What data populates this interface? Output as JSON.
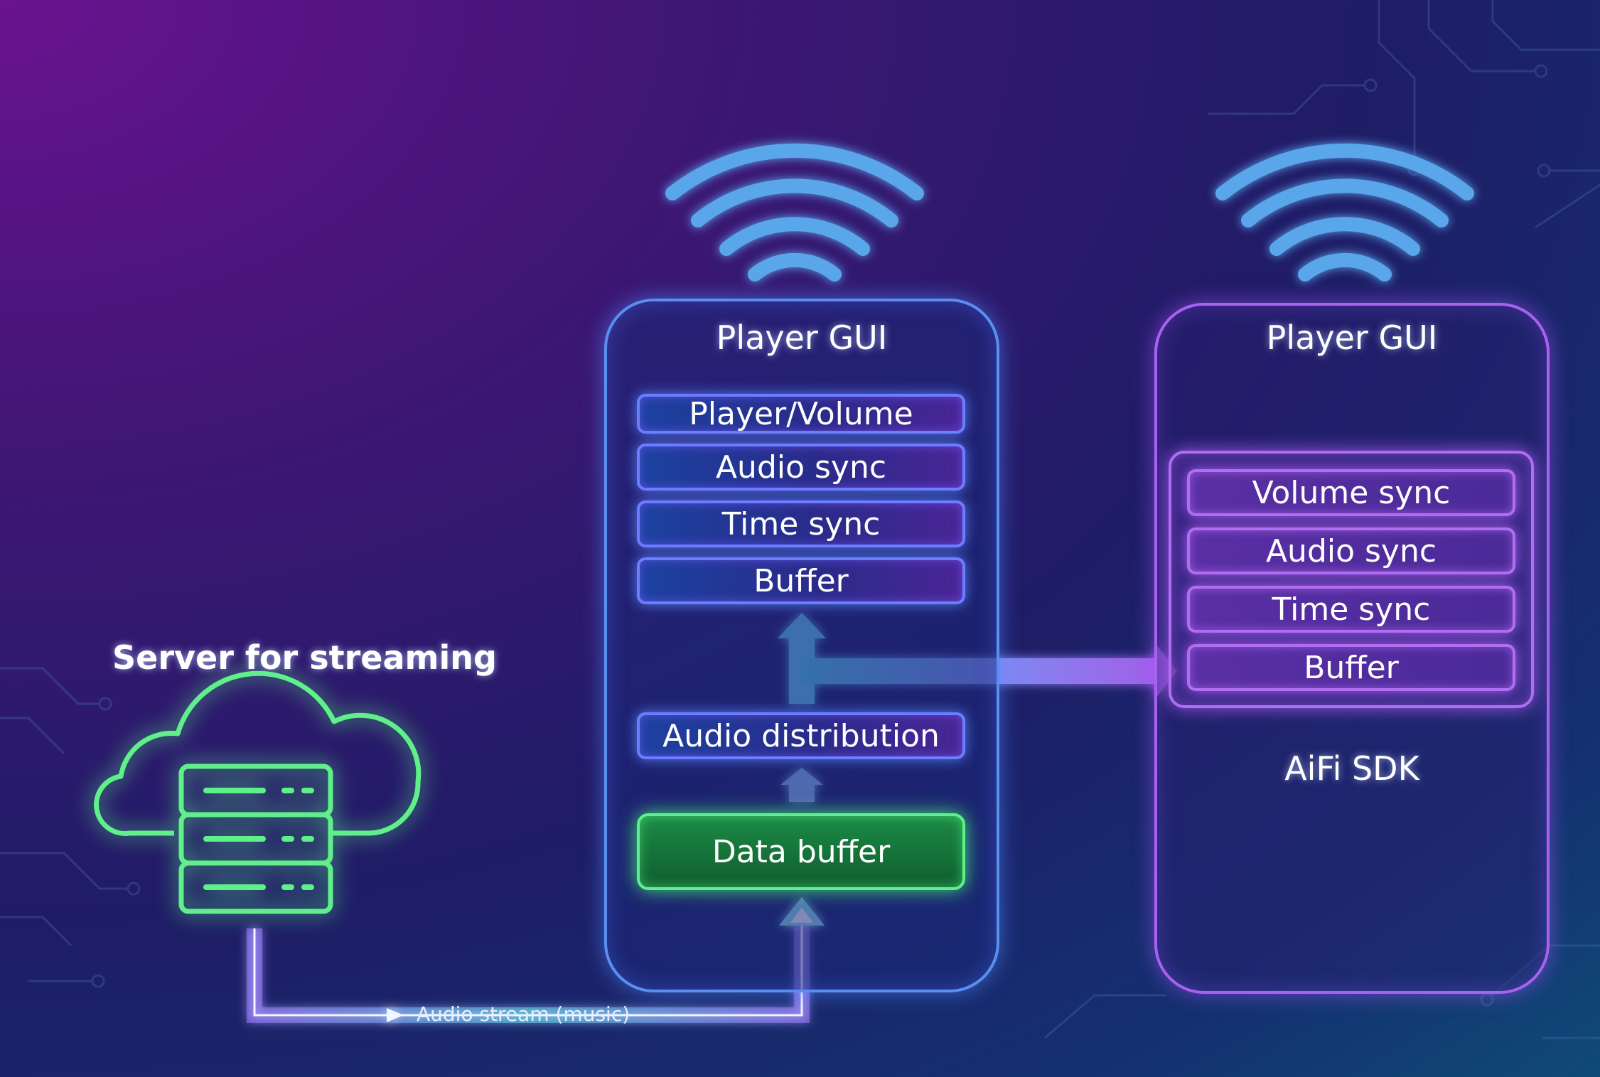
{
  "server": {
    "title": "Server for streaming"
  },
  "stream": {
    "label": "Audio stream (music)"
  },
  "player_left": {
    "title": "Player GUI",
    "blocks": [
      "Player/Volume",
      "Audio sync",
      "Time sync",
      "Buffer"
    ],
    "distribution": "Audio distribution",
    "data_buffer": "Data buffer"
  },
  "player_right": {
    "title": "Player GUI",
    "sdk_blocks": [
      "Volume sync",
      "Audio sync",
      "Time sync",
      "Buffer"
    ],
    "sdk_label": "AiFi SDK"
  },
  "icons": {
    "cloud": "cloud-server-icon",
    "wifi": "wifi-icon"
  },
  "colors": {
    "green": "#5ef08a",
    "blue": "#6d7dff",
    "purple": "#b06ef2",
    "cyan": "#62d6ea"
  }
}
